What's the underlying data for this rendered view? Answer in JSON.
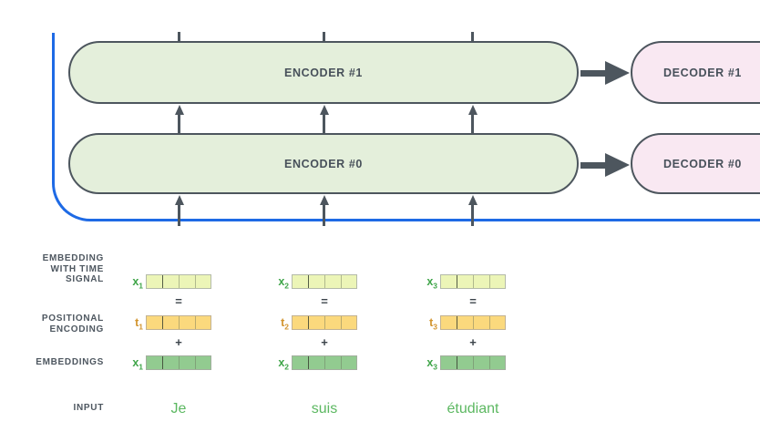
{
  "stack": {
    "encoders": [
      {
        "label": "ENCODER #1"
      },
      {
        "label": "ENCODER #0"
      }
    ],
    "decoders": [
      {
        "label": "DECODER #1"
      },
      {
        "label": "DECODER #0"
      }
    ]
  },
  "row_labels": {
    "time_signal": [
      "EMBEDDING",
      "WITH TIME",
      "SIGNAL"
    ],
    "positional": [
      "POSITIONAL",
      "ENCODING"
    ],
    "embeddings": "EMBEDDINGS",
    "input": "INPUT"
  },
  "operators": {
    "equals": "=",
    "plus": "+"
  },
  "columns": [
    {
      "x": "x",
      "t": "t",
      "sub": "1",
      "word": "Je"
    },
    {
      "x": "x",
      "t": "t",
      "sub": "2",
      "word": "suis"
    },
    {
      "x": "x",
      "t": "t",
      "sub": "3",
      "word": "étudiant"
    }
  ],
  "colors": {
    "outline_blue": "#1e6ae5",
    "stroke_dark": "#4d565e",
    "encoder_fill": "#e4efdb",
    "decoder_fill": "#f9e8f2",
    "time_signal_fill": "#ecf5b7",
    "positional_fill": "#fbd97d",
    "embedding_fill": "#92cb90",
    "x_label_green": "#3fa549",
    "t_label_orange": "#d2942e",
    "word_green": "#5cb861",
    "row_label_gray": "#4e5760"
  }
}
